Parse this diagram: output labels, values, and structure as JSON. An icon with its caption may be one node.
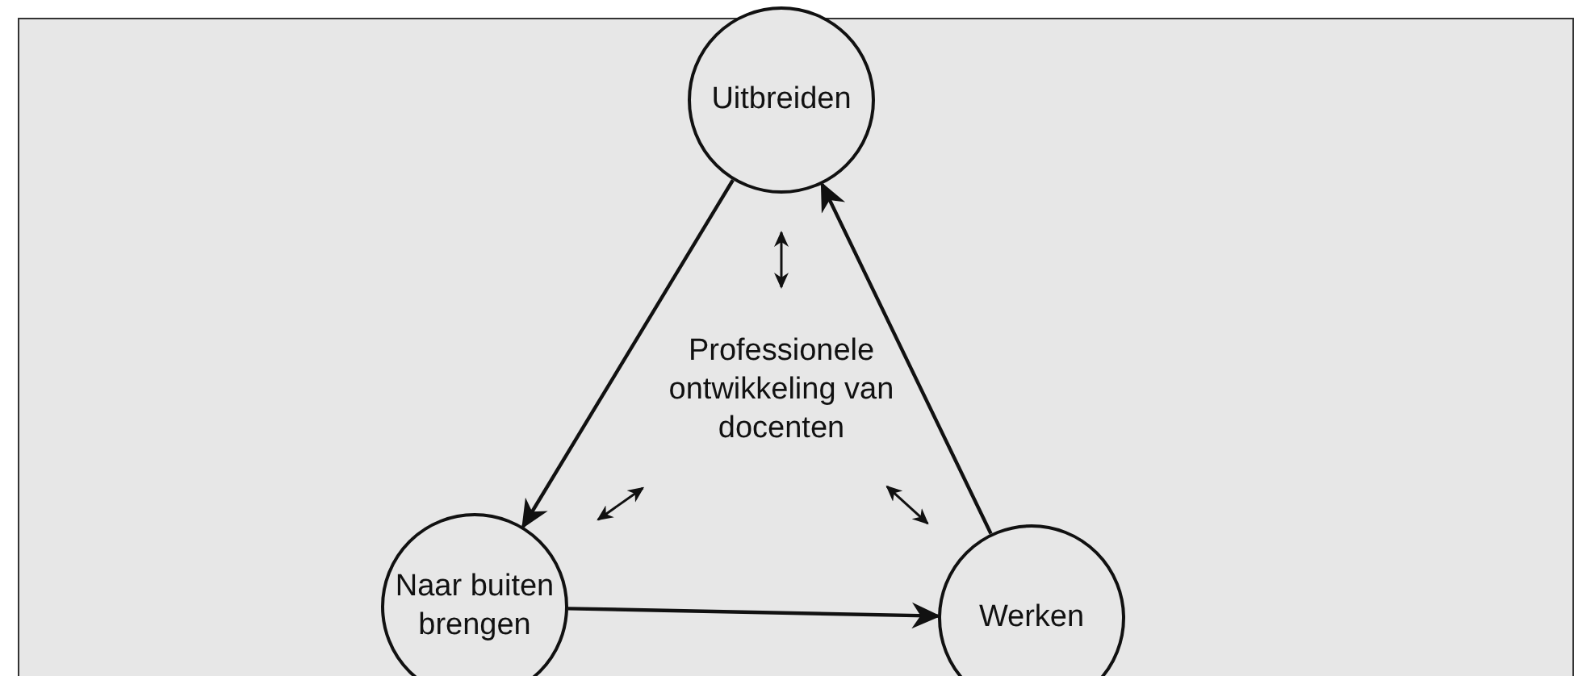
{
  "diagram": {
    "nodes": [
      {
        "text": [
          "Uitbreiden"
        ]
      },
      {
        "text": [
          "Professionele ontwikkeling van docenten"
        ]
      },
      {
        "text": [
          "Naar buiten brengen"
        ]
      },
      {
        "text": [
          "Werken"
        ]
      }
    ],
    "edges": [
      {
        "from": 0,
        "to": 2,
        "arrow": "to"
      },
      {
        "from": 2,
        "to": 3,
        "arrow": "to"
      },
      {
        "from": 3,
        "to": 0,
        "arrow": "to"
      },
      {
        "from": 1,
        "to": 0,
        "arrow": "both"
      },
      {
        "from": 1,
        "to": 2,
        "arrow": "both"
      },
      {
        "from": 1,
        "to": 3,
        "arrow": "both"
      }
    ]
  }
}
